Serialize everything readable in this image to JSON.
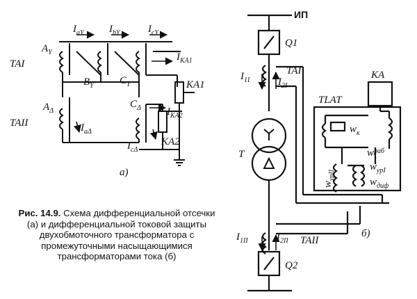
{
  "labels_a": {
    "TA1": "TAI",
    "TA2": "TAII",
    "IaY": "I",
    "IaY_sub": "aY",
    "IbY": "I",
    "IbY_sub": "bY",
    "IcY": "I",
    "IcY_sub": "cY",
    "AY": "A",
    "AY_sub": "Y",
    "BY": "B",
    "BY_sub": "Y",
    "CY": "C",
    "CY_sub": "Y",
    "Ad": "A",
    "Ad_sub": "Δ",
    "Cd": "C",
    "Cd_sub": "Δ",
    "Iad": "I",
    "Iad_sub": "aΔ",
    "Icd": "I",
    "Icd_sub": "cΔ",
    "IKA1": "I",
    "IKA1_sub": "KA1",
    "IKA2": "I",
    "IKA2_sub": "KA2",
    "KA1": "KA1",
    "KA2": "KA2",
    "fig": "а)"
  },
  "labels_b": {
    "IP": "ИП",
    "Q1": "Q1",
    "Q2": "Q2",
    "TA1": "TAI",
    "TA2": "TAII",
    "I1I": "I",
    "I1I_sub": "1I",
    "I2I": "I",
    "I2I_sub": "2I",
    "I1II": "I",
    "I1II_sub": "1II",
    "I2II": "I",
    "I2II_sub": "2II",
    "T": "T",
    "TLAT": "TLAT",
    "KA": "KA",
    "wk": "w",
    "wk_sub": "к",
    "wrab": "w",
    "wrab_sub": "раб",
    "wur1": "w",
    "wur1_sub": "урI",
    "wur2": "w",
    "wur2_sub": "урII",
    "wdif": "w",
    "wdif_sub": "диф",
    "fig": "б)"
  },
  "caption": {
    "prefix": "Рис. 14.9.",
    "text": " Схема дифференциальной отсечки (а) и дифференциальной токовой защиты двухобмоточного трансформатора с промежуточными насыщающимися трансформаторами тока (б)"
  }
}
